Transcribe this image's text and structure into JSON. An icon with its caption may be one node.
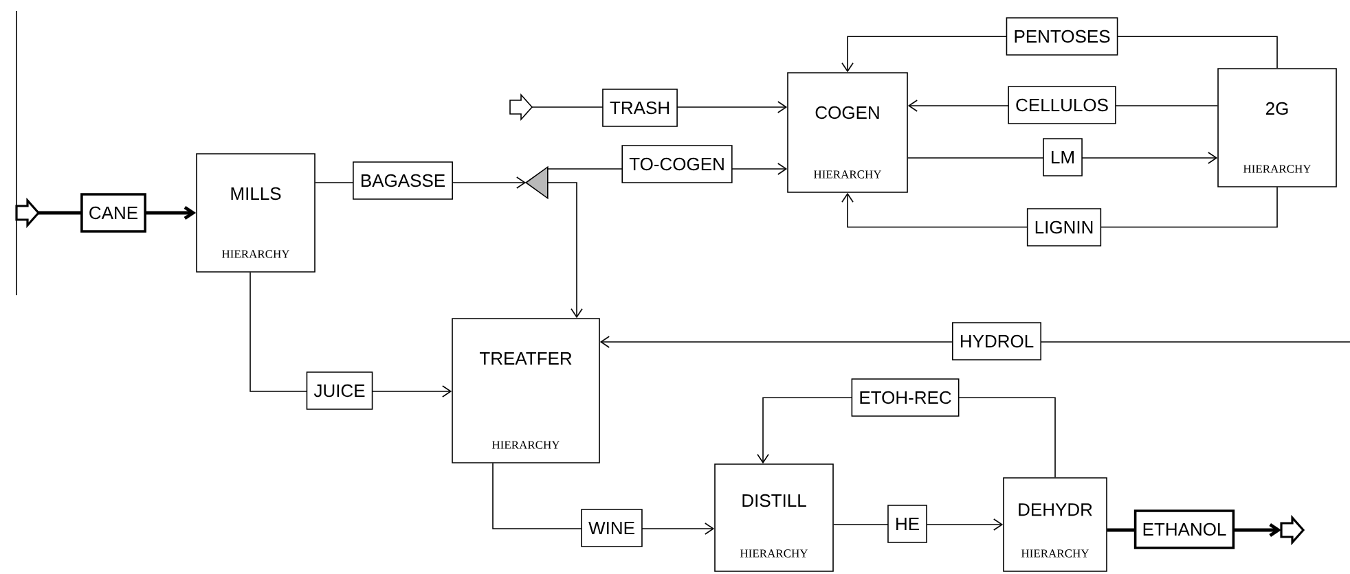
{
  "diagram": {
    "nodes": [
      {
        "text": [
          "MILLS",
          "HIERARCHY"
        ]
      },
      {
        "text": [],
        "shape": "triangle"
      },
      {
        "text": [
          "COGEN",
          "HIERARCHY"
        ]
      },
      {
        "text": [
          "2G",
          "HIERARCHY"
        ]
      },
      {
        "text": [
          "TREATFER",
          "HIERARCHY"
        ]
      },
      {
        "text": [
          "DISTILL",
          "HIERARCHY"
        ]
      },
      {
        "text": [
          "DEHYDR",
          "HIERARCHY"
        ]
      }
    ],
    "edges": [
      {
        "from": null,
        "to": 0,
        "arrow": "to",
        "label": "CANE",
        "style": "thick"
      },
      {
        "from": 0,
        "to": 1,
        "arrow": "to",
        "label": "BAGASSE"
      },
      {
        "from": 1,
        "to": 2,
        "arrow": "to",
        "label": "TO-COGEN"
      },
      {
        "from": 1,
        "to": 4,
        "arrow": "to"
      },
      {
        "from": null,
        "to": 2,
        "arrow": "to",
        "label": "TRASH"
      },
      {
        "from": 3,
        "to": 2,
        "arrow": "to",
        "label": "PENTOSES"
      },
      {
        "from": 3,
        "to": 2,
        "arrow": "to",
        "label": "CELLULOS"
      },
      {
        "from": 2,
        "to": 3,
        "arrow": "to",
        "label": "LM"
      },
      {
        "from": 3,
        "to": 2,
        "arrow": "to",
        "label": "LIGNIN"
      },
      {
        "from": null,
        "to": 4,
        "arrow": "to",
        "label": "HYDROL"
      },
      {
        "from": 0,
        "to": 4,
        "arrow": "to",
        "label": "JUICE"
      },
      {
        "from": 4,
        "to": 5,
        "arrow": "to",
        "label": "WINE"
      },
      {
        "from": 6,
        "to": 5,
        "arrow": "to",
        "label": "ETOH-REC"
      },
      {
        "from": 5,
        "to": 6,
        "arrow": "to",
        "label": "HE"
      },
      {
        "from": 6,
        "to": null,
        "arrow": "to",
        "label": "ETHANOL",
        "style": "thick"
      }
    ]
  }
}
